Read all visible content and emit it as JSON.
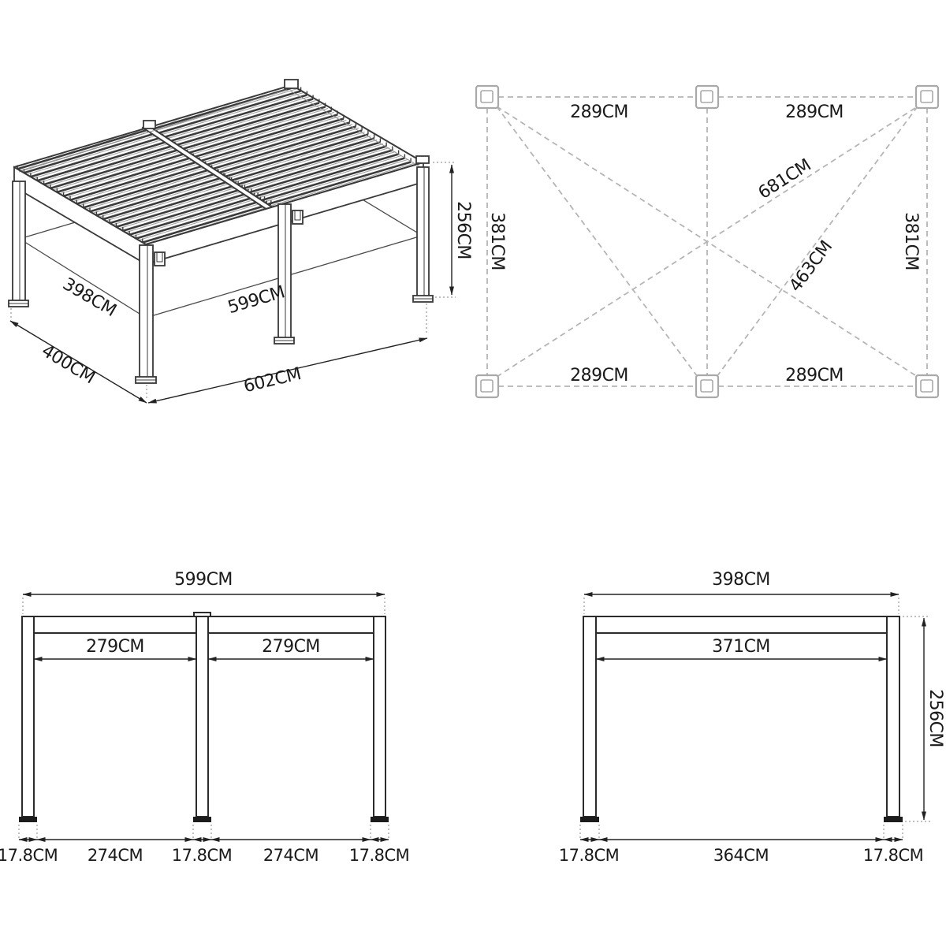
{
  "iso_view": {
    "depth_label": "398CM",
    "depth_ground_label": "400CM",
    "width_label": "599CM",
    "width_ground_label": "602CM",
    "height_label": "256CM"
  },
  "plan_view": {
    "span_top_left": "289CM",
    "span_top_right": "289CM",
    "span_bottom_left": "289CM",
    "span_bottom_right": "289CM",
    "side_left": "381CM",
    "side_right": "381CM",
    "diagonal_full": "681CM",
    "diagonal_half": "463CM"
  },
  "front_elevation": {
    "overall_width": "599CM",
    "bay_left": "279CM",
    "bay_right": "279CM",
    "chain": [
      "17.8CM",
      "274CM",
      "17.8CM",
      "274CM",
      "17.8CM"
    ]
  },
  "side_elevation": {
    "overall_width": "398CM",
    "clear_width": "371CM",
    "height": "256CM",
    "chain": [
      "17.8CM",
      "364CM",
      "17.8CM"
    ]
  }
}
